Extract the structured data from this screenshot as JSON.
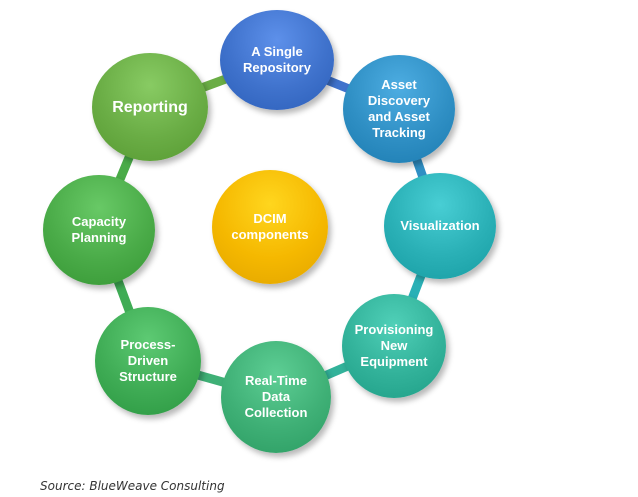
{
  "diagram": {
    "center": {
      "label": "DCIM components",
      "color": "#f5b800"
    },
    "nodes": [
      {
        "label": "A Single Repository",
        "color": "#3f72cc"
      },
      {
        "label": "Asset Discovery and Asset Tracking",
        "color": "#2f8fc4"
      },
      {
        "label": "Visualization",
        "color": "#2ab0b6"
      },
      {
        "label": "Provisioning New Equipment",
        "color": "#32b29a"
      },
      {
        "label": "Real-Time Data Collection",
        "color": "#3fb076"
      },
      {
        "label": "Process-Driven Structure",
        "color": "#3fac55"
      },
      {
        "label": "Capacity Planning",
        "color": "#4aab48"
      },
      {
        "label": "Reporting",
        "color": "#6aad45"
      }
    ],
    "ring_colors": [
      "#3f72cc",
      "#2f8fc4",
      "#2ab0b6",
      "#32b29a",
      "#3fb076",
      "#3fac55",
      "#4aab48",
      "#6aad45"
    ]
  },
  "footer": {
    "source": "Source: BlueWeave Consulting"
  }
}
